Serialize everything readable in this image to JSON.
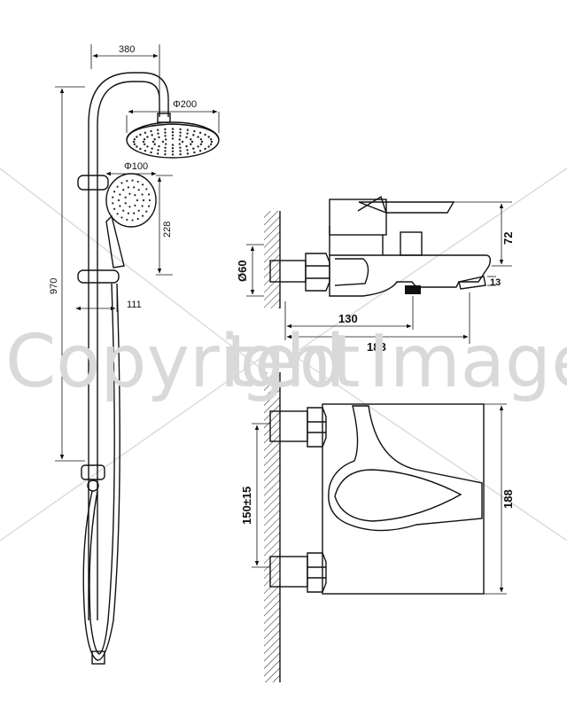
{
  "shower_column": {
    "dim_width": "380",
    "dim_head_diameter": "Φ200",
    "dim_handshower_diameter": "Φ100",
    "dim_handshower_drop": "228",
    "dim_total_height": "970",
    "dim_outlet_offset": "111"
  },
  "bath_mixer_side": {
    "dim_pipe_diameter": "Ø60",
    "dim_inlet_depth": "130",
    "dim_spout_reach": "188",
    "dim_body_height": "72",
    "dim_spout_tip": "13"
  },
  "bath_mixer_front": {
    "dim_centers": "150±15",
    "dim_width": "188"
  },
  "watermark": {
    "text": "Copyright",
    "text2": "ted Image"
  }
}
